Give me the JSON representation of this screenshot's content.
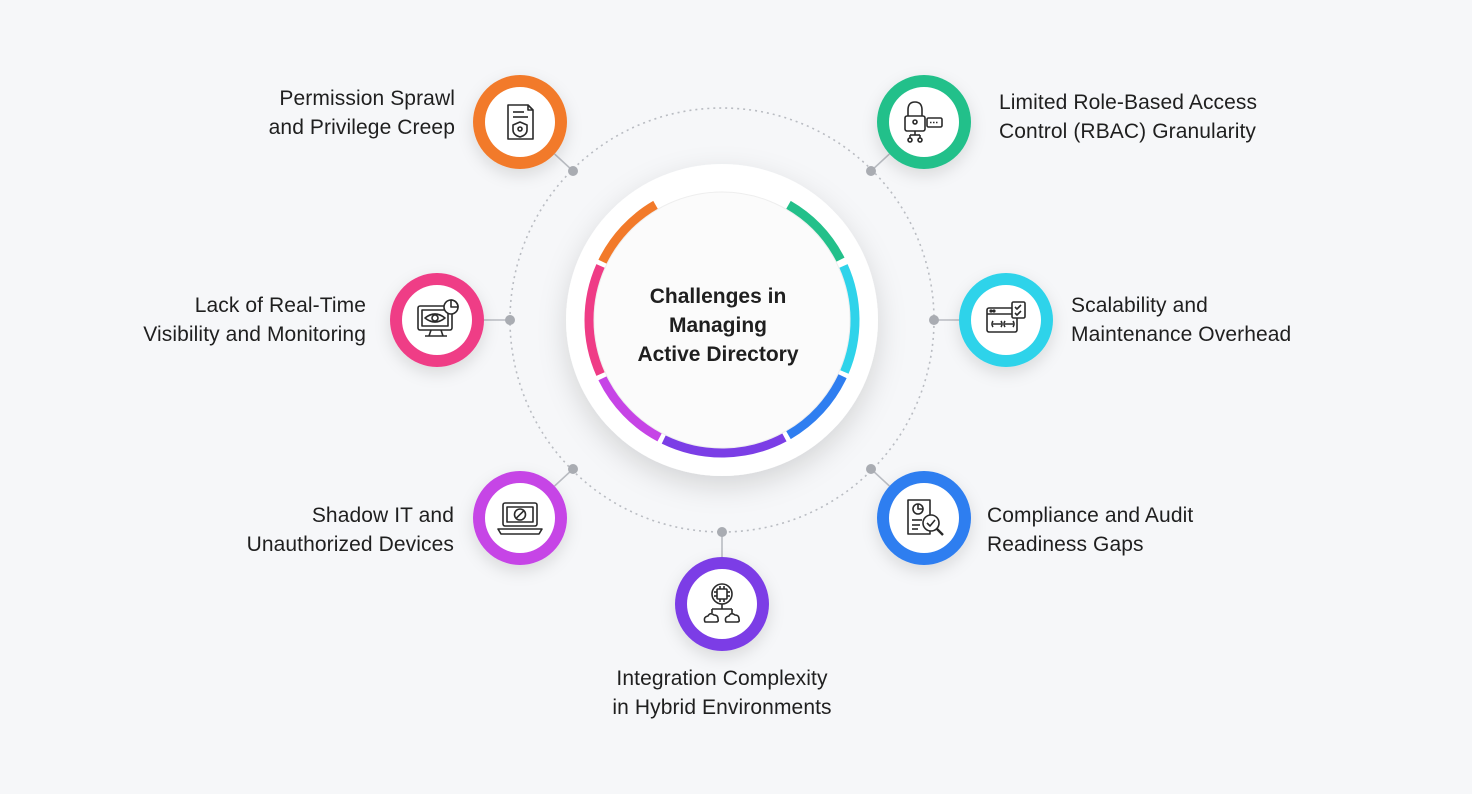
{
  "center": {
    "line1": "Challenges in",
    "line2": "Managing",
    "line3": "Active Directory"
  },
  "nodes": [
    {
      "id": "permission",
      "line1": "Permission Sprawl",
      "line2": "and Privilege Creep",
      "color": "#f27a2a",
      "icon": "document-shield-icon"
    },
    {
      "id": "rbac",
      "line1": "Limited Role-Based Access",
      "line2": "Control (RBAC) Granularity",
      "color": "#23c08a",
      "icon": "padlock-network-icon"
    },
    {
      "id": "scalability",
      "line1": "Scalability and",
      "line2": "Maintenance Overhead",
      "color": "#2fd3ea",
      "icon": "browser-tools-icon"
    },
    {
      "id": "compliance",
      "line1": "Compliance and Audit",
      "line2": "Readiness Gaps",
      "color": "#2f7ef0",
      "icon": "document-search-icon"
    },
    {
      "id": "integration",
      "line1": "Integration Complexity",
      "line2": "in Hybrid Environments",
      "color": "#7b3ee6",
      "icon": "chip-cloud-icon"
    },
    {
      "id": "shadow",
      "line1": "Shadow IT and",
      "line2": "Unauthorized Devices",
      "color": "#c644e6",
      "icon": "blocked-laptop-icon"
    },
    {
      "id": "visibility",
      "line1": "Lack of Real-Time",
      "line2": "Visibility and Monitoring",
      "color": "#ef3c86",
      "icon": "monitor-eye-icon"
    }
  ]
}
